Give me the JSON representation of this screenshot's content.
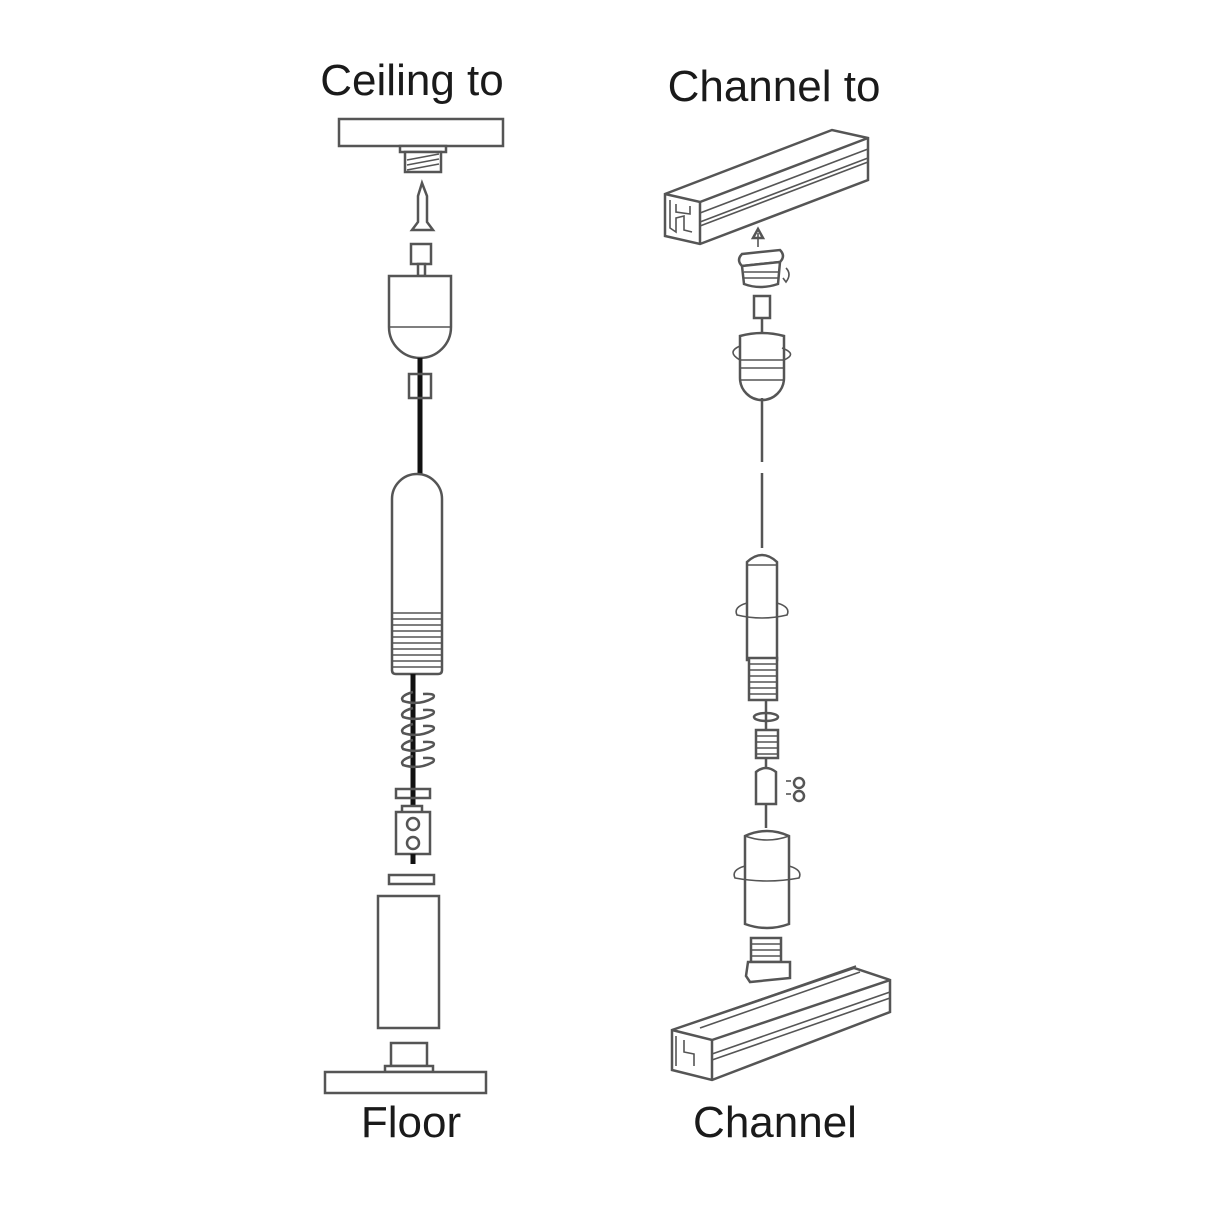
{
  "diagram": {
    "type": "assembly-exploded-view",
    "colors": {
      "line": "#555555",
      "rod": "#111111",
      "background": "#ffffff",
      "text": "#1a1a1a"
    },
    "left": {
      "title_top": "Ceiling to",
      "title_bottom": "Floor",
      "parts": [
        "ceiling-plate",
        "threaded-insert",
        "anchor-screw",
        "set-screw-cap",
        "ceiling-cup",
        "cable-clip",
        "rod",
        "tension-tube",
        "threaded-end",
        "spring",
        "washer",
        "clamp-block",
        "spacer",
        "floor-tube",
        "floor-boss",
        "floor-plate"
      ]
    },
    "right": {
      "title_top": "Channel to",
      "title_bottom": "Channel",
      "parts": [
        "upper-channel",
        "up-arrow",
        "t-nut",
        "rotation-arrow",
        "set-screw-cap",
        "channel-cup",
        "wire",
        "tension-tube",
        "threaded-end",
        "washer",
        "spring",
        "clamp-sleeve",
        "grub-screws",
        "lower-tube",
        "threaded-t-nut",
        "lower-channel"
      ]
    }
  }
}
